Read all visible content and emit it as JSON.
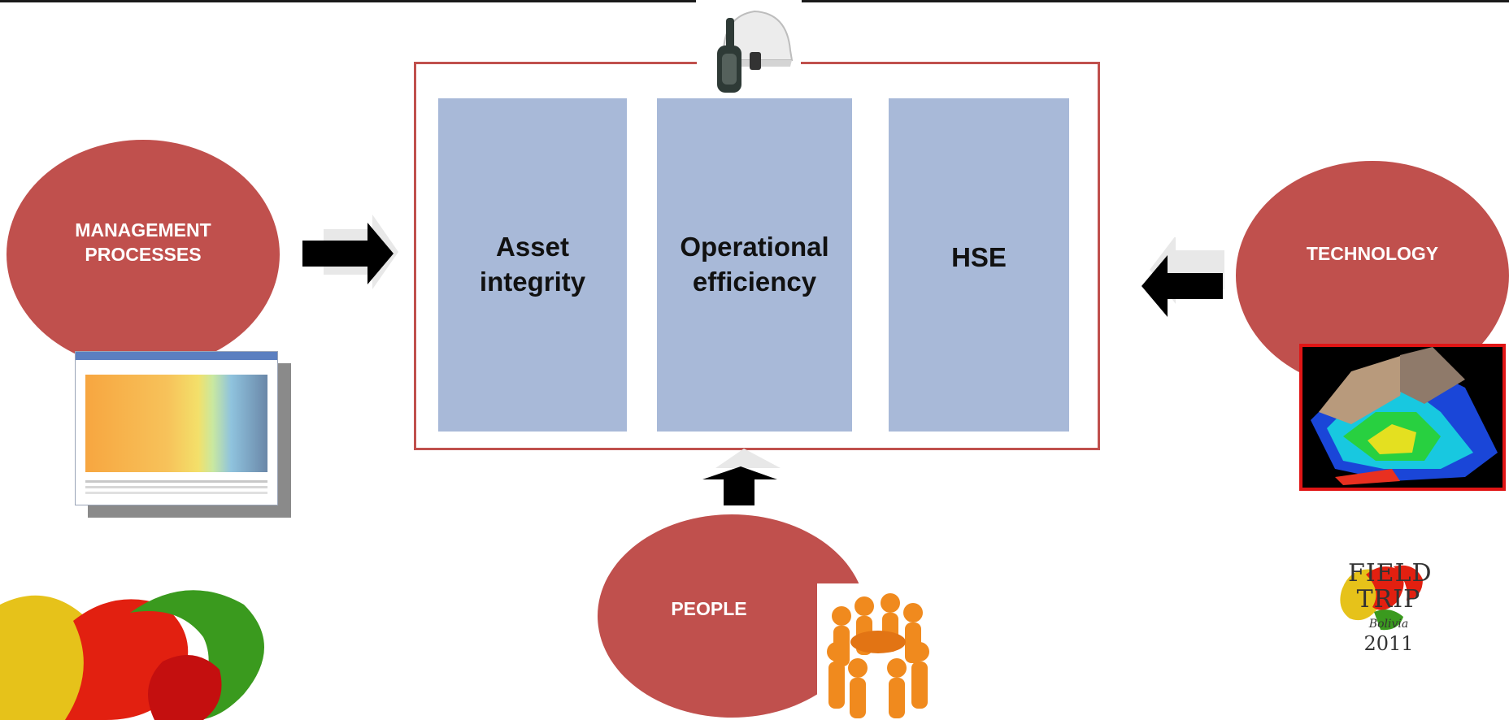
{
  "boxes": {
    "asset": "Asset integrity",
    "operational": "Operational efficiency",
    "hse": "HSE"
  },
  "ellipses": {
    "management": "MANAGEMENT PROCESSES",
    "technology": "TECHNOLOGY",
    "people": "PEOPLE"
  },
  "logo": {
    "line1": "FIELD",
    "line2": "TRIP",
    "line3": "Bolivia",
    "line4": "2011"
  },
  "colors": {
    "accent_red": "#c0504d",
    "box_blue": "#a8b9d8",
    "arrow": "#000000"
  },
  "icons": [
    "helmet-icon",
    "people-group-icon",
    "document-thumbnail",
    "3d-terrain-image",
    "field-trip-logo"
  ]
}
